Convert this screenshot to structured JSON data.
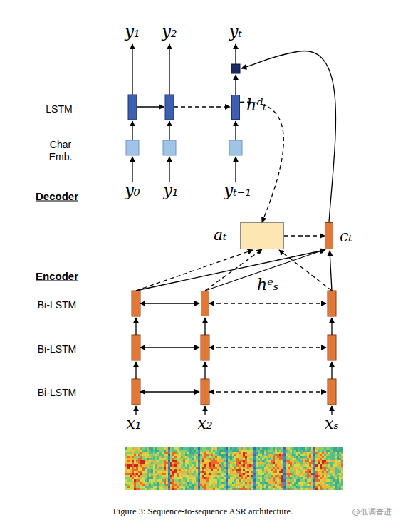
{
  "diagram": {
    "caption": "Figure 3: Sequence-to-sequence ASR architecture.",
    "nodes": [
      {
        "text": [
          "hᵈₜ"
        ]
      },
      {
        "text": [
          "aₜ"
        ]
      },
      {
        "text": [
          "cₜ"
        ]
      },
      {
        "text": [
          "hᵉₛ"
        ]
      }
    ],
    "edges": [
      {
        "from": 0,
        "to": 1,
        "arrow": "to"
      },
      {
        "from": 1,
        "to": 2,
        "arrow": "to"
      },
      {
        "from": 3,
        "to": 1,
        "arrow": "to"
      },
      {
        "from": 3,
        "to": 2,
        "arrow": "to"
      }
    ],
    "labels": [
      "y₁",
      "y₂",
      "yₜ",
      "LSTM",
      "Char Emb.",
      "Decoder",
      "y₀",
      "y₁",
      "yₜ₋₁",
      "Encoder",
      "Bi-LSTM",
      "Bi-LSTM",
      "Bi-LSTM",
      "x₁",
      "x₂",
      "xₛ",
      "@低调奋进"
    ]
  }
}
